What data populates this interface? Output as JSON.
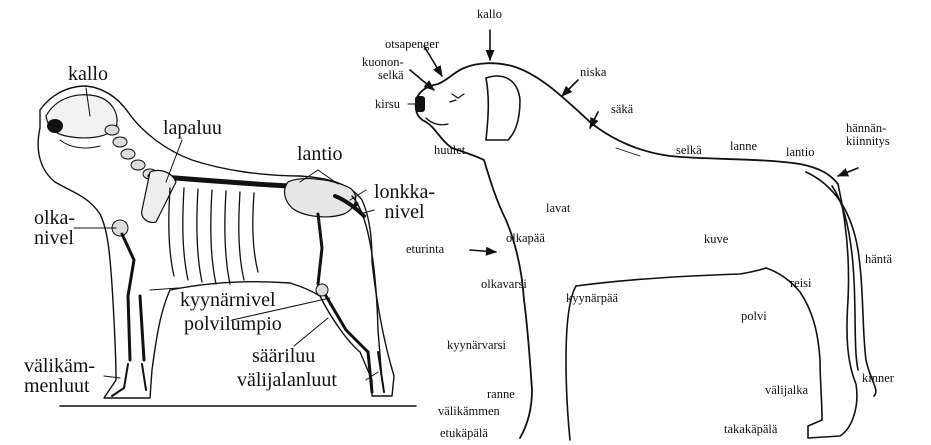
{
  "skeleton_labels": {
    "kallo": "kallo",
    "lapaluu": "lapaluu",
    "lantio": "lantio",
    "lonkkanivel": "lonkka-\nnivel",
    "olkanivel": "olka-\nnivel",
    "kyynarnivel": "kyynärnivel",
    "polvilumpio": "polvilumpio",
    "valikammenluut": "välikäm-\nmenluut",
    "saariluu": "sääriluu",
    "valijalanluut": "välijalanluut"
  },
  "outline_labels": {
    "kallo": "kallo",
    "otsapenger": "otsapenger",
    "kuononselka": "kuonon-\nselkä",
    "kirsu": "kirsu",
    "niska": "niska",
    "saka": "säkä",
    "selka": "selkä",
    "lanne": "lanne",
    "lantio": "lantio",
    "hannankiinnitys": "hännän-\nkiinnitys",
    "huulet": "huulet",
    "lavat": "lavat",
    "eturinta": "eturinta",
    "olkapaa": "olkapää",
    "kuve": "kuve",
    "hanta": "häntä",
    "olkavarsi": "olkavarsi",
    "kyynarpaa": "kyynärpää",
    "reisi": "reisi",
    "polvi": "polvi",
    "kyynarvarsi": "kyynärvarsi",
    "ranne": "ranne",
    "valikammen": "välikämmen",
    "etukapala": "etukäpälä",
    "valijalka": "välijalka",
    "kinner": "kinner",
    "takakapala": "takakäpälä"
  }
}
